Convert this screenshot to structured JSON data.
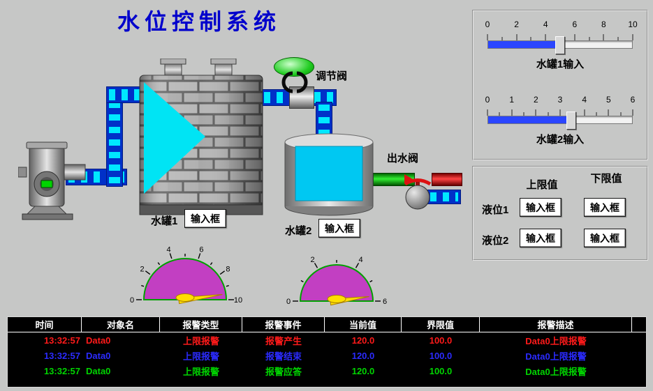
{
  "title": "水位控制系统",
  "colors": {
    "background": "#c6c7c6",
    "title": "#0000cc",
    "gauge_fill": "#c23fc2",
    "gauge_stroke": "#00a000",
    "needle": "#ffdf00",
    "pipe_blue": "#0030c8",
    "pipe_cyan": "#00e8ff",
    "liquid": "#00c8f2",
    "alarm_red": "#ff1a1a",
    "alarm_blue": "#2b2bff",
    "alarm_green": "#00d500"
  },
  "sliders": {
    "slider1": {
      "ticks": [
        "0",
        "2",
        "4",
        "6",
        "8",
        "10"
      ],
      "label": "水罐1输入",
      "value_pct": 50
    },
    "slider2": {
      "ticks": [
        "0",
        "1",
        "2",
        "3",
        "4",
        "5",
        "6"
      ],
      "label": "水罐2输入",
      "value_pct": 58
    }
  },
  "limits": {
    "upper_header": "上限值",
    "lower_header": "下限值",
    "rows": [
      {
        "label": "液位1",
        "upper_btn": "输入框",
        "lower_btn": "输入框"
      },
      {
        "label": "液位2",
        "upper_btn": "输入框",
        "lower_btn": "输入框"
      }
    ]
  },
  "diagram": {
    "regulating_valve_label": "调节阀",
    "outlet_valve_label": "出水阀",
    "tank1_label": "水罐1",
    "tank1_input_btn": "输入框",
    "tank2_label": "水罐2",
    "tank2_input_btn": "输入框"
  },
  "gauges": {
    "gauge1": {
      "labels": [
        "0",
        "2",
        "4",
        "6",
        "8",
        "10"
      ],
      "needle_deg": 8
    },
    "gauge2": {
      "labels": [
        "0",
        "2",
        "4",
        "6"
      ],
      "needle_deg": 8
    }
  },
  "alarm_table": {
    "headers": [
      "时间",
      "对象名",
      "报警类型",
      "报警事件",
      "当前值",
      "界限值",
      "报警描述"
    ],
    "rows": [
      {
        "color": "#ff1a1a",
        "time": "13:32:57",
        "object": "Data0",
        "type": "上限报警",
        "event": "报警产生",
        "current": "120.0",
        "limit": "100.0",
        "desc": "Data0上限报警"
      },
      {
        "color": "#2b2bff",
        "time": "13:32:57",
        "object": "Data0",
        "type": "上限报警",
        "event": "报警结束",
        "current": "120.0",
        "limit": "100.0",
        "desc": "Data0上限报警"
      },
      {
        "color": "#00d500",
        "time": "13:32:57",
        "object": "Data0",
        "type": "上限报警",
        "event": "报警应答",
        "current": "120.0",
        "limit": "100.0",
        "desc": "Data0上限报警"
      }
    ]
  }
}
